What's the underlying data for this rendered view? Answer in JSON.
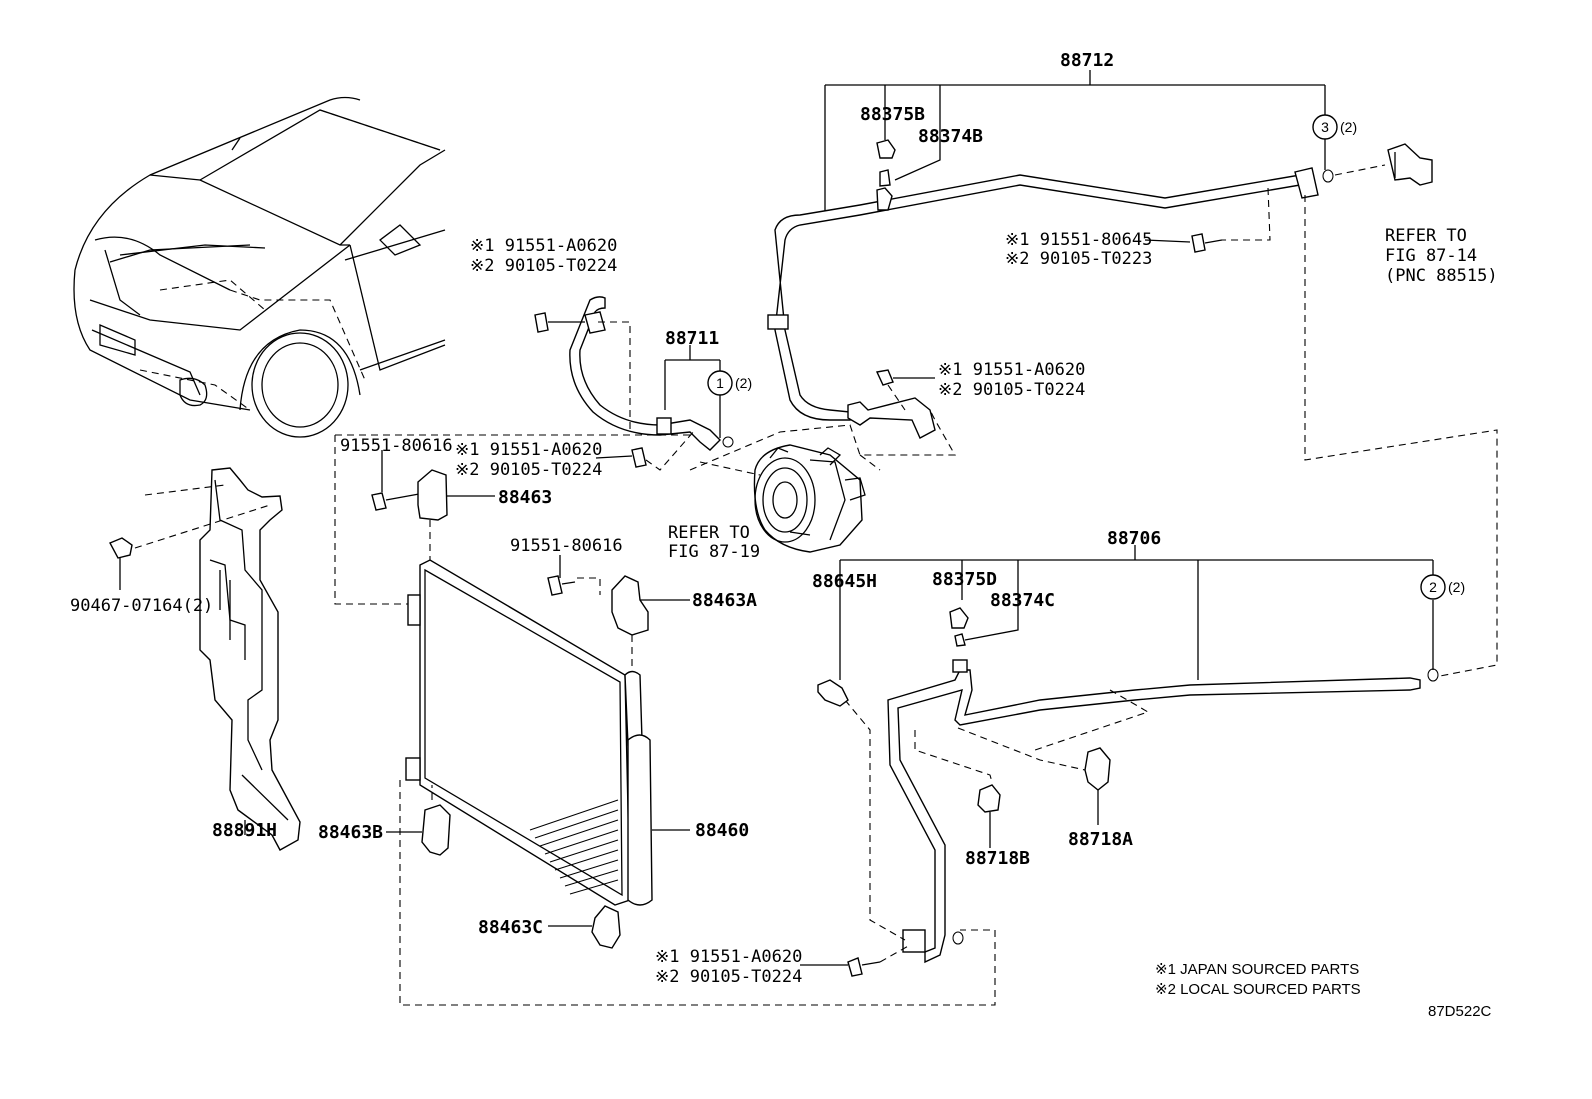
{
  "labels": {
    "p88712": "88712",
    "p88375B": "88375B",
    "p88374B": "88374B",
    "ref_fig_87_14": [
      "REFER TO",
      "FIG 87-14",
      "(PNC 88515)"
    ],
    "bolt_top_right": [
      "※1 91551-80645",
      "※2 90105-T0223"
    ],
    "bolt_top_left": [
      "※1 91551-A0620",
      "※2 90105-T0224"
    ],
    "p88711": "88711",
    "bolt_comp": [
      "※1 91551-A0620",
      "※2 90105-T0224"
    ],
    "p91551_80616_a": "91551-80616",
    "bolt_mid": [
      "※1 91551-A0620",
      "※2 90105-T0224"
    ],
    "p88463": "88463",
    "ref_fig_87_19": [
      "REFER TO",
      "FIG 87-19"
    ],
    "p88706": "88706",
    "p91551_80616_b": "91551-80616",
    "p88463A": "88463A",
    "p88645H": "88645H",
    "p88375D": "88375D",
    "p88374C": "88374C",
    "p90467": "90467-07164(2)",
    "p88891H": "88891H",
    "p88463B": "88463B",
    "p88460": "88460",
    "p88718B": "88718B",
    "p88718A": "88718A",
    "p88463C": "88463C",
    "bolt_bottom": [
      "※1 91551-A0620",
      "※2 90105-T0224"
    ],
    "circle1": "1",
    "circle1_qty": "(2)",
    "circle2": "2",
    "circle2_qty": "(2)",
    "circle3": "3",
    "circle3_qty": "(2)",
    "legend": [
      "※1 JAPAN SOURCED PARTS",
      "※2 LOCAL SOURCED PARTS"
    ],
    "fig_id": "87D522C"
  }
}
